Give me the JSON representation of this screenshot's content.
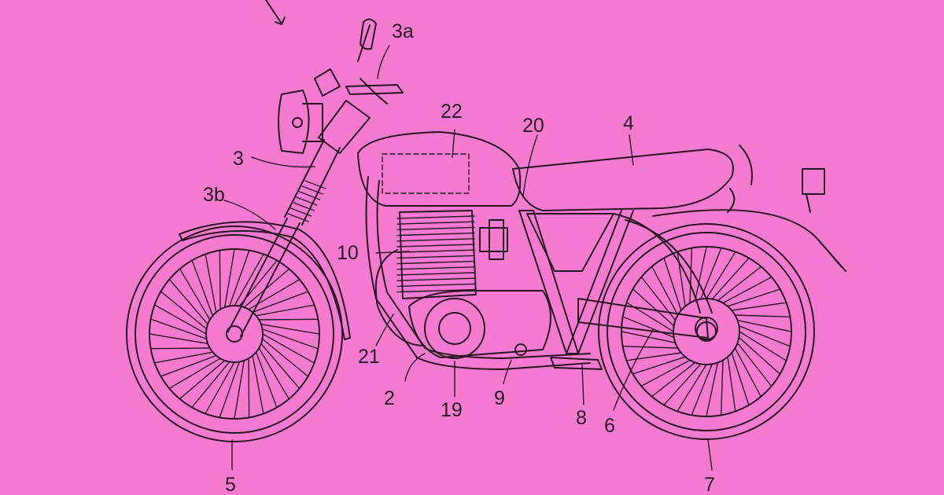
{
  "colors": {
    "background": "#f57ad0",
    "ink": "#2a1526"
  },
  "labels": {
    "steering_arm": "3a",
    "front_fork": "3",
    "fork_lower": "3b",
    "fuel_tank_box": "22",
    "seat": "4",
    "frame_tube": "20",
    "engine": "10",
    "exhaust": "21",
    "frame": "2",
    "crankcase": "19",
    "oil_pan": "9",
    "footrest": "8",
    "swing_arm": "6",
    "front_wheel": "5",
    "rear_wheel": "7"
  }
}
